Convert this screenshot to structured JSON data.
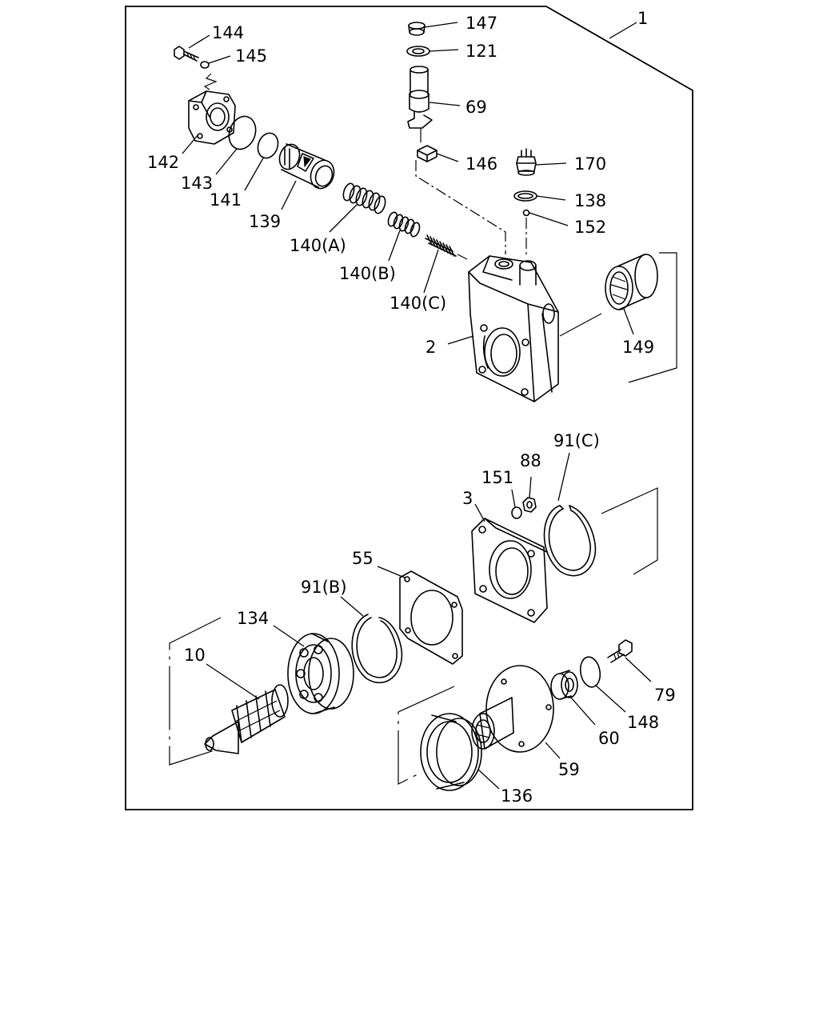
{
  "labels": {
    "l1": "1",
    "l2": "2",
    "l3": "3",
    "l10": "10",
    "l55": "55",
    "l59": "59",
    "l60": "60",
    "l69": "69",
    "l79": "79",
    "l88": "88",
    "l91b": "91(B)",
    "l91c": "91(C)",
    "l121": "121",
    "l134": "134",
    "l136": "136",
    "l138": "138",
    "l139": "139",
    "l140a": "140(A)",
    "l140b": "140(B)",
    "l140c": "140(C)",
    "l141": "141",
    "l142": "142",
    "l143": "143",
    "l144": "144",
    "l145": "145",
    "l146": "146",
    "l147": "147",
    "l148": "148",
    "l149": "149",
    "l151": "151",
    "l152": "152",
    "l170": "170"
  }
}
